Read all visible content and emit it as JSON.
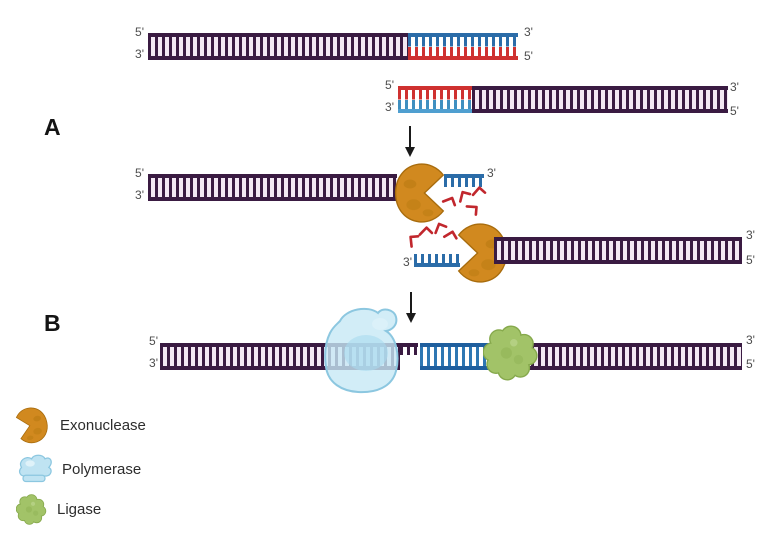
{
  "labels": {
    "panel_a": "A",
    "panel_b": "B"
  },
  "strands": {
    "s1": {
      "left_top": "5'",
      "left_bottom": "3'",
      "right_top": "3'",
      "right_bottom": "5'"
    },
    "s2": {
      "left_top": "5'",
      "left_bottom": "3'",
      "right_top": "3'",
      "right_bottom": "5'"
    },
    "s3": {
      "left_top": "5'",
      "left_bottom": "3'",
      "overhang_end": "3'"
    },
    "s4": {
      "overhang_end": "3'",
      "right_top": "3'",
      "right_bottom": "5'"
    },
    "sb": {
      "left_top": "5'",
      "left_bottom": "3'",
      "right_top": "3'",
      "right_bottom": "5'"
    }
  },
  "legend": {
    "items": [
      {
        "icon": "exonuclease-icon",
        "label": "Exonuclease",
        "color": "#d1891f"
      },
      {
        "icon": "polymerase-icon",
        "label": "Polymerase",
        "color": "#c7e8f5"
      },
      {
        "icon": "ligase-icon",
        "label": "Ligase",
        "color": "#a2c368"
      }
    ]
  },
  "palette": {
    "dna_purple": "#3a1b42",
    "dna_blue": "#2b6ca8",
    "dna_light_blue": "#4f9fd0",
    "dna_red": "#cf3130",
    "fragment_red": "#c1272d",
    "exonuclease_orange": "#d1891f",
    "polymerase_blue": "#c7e8f5",
    "ligase_green": "#a2c368"
  }
}
